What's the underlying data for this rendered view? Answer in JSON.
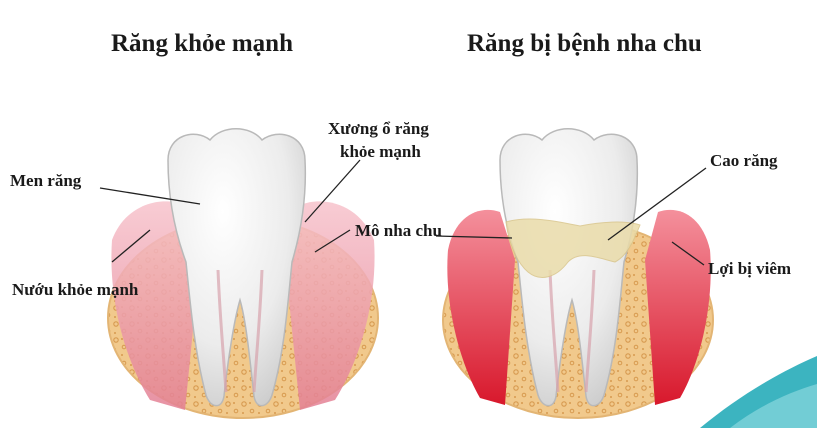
{
  "titles": {
    "healthy": "Răng khỏe mạnh",
    "diseased": "Răng bị bệnh nha chu"
  },
  "labels": {
    "enamel": "Men răng",
    "bone_line1": "Xương ổ răng",
    "bone_line2": "khỏe mạnh",
    "periodontal": "Mô nha chu",
    "gum": "Nướu khỏe mạnh",
    "tartar": "Cao răng",
    "inflamed_gum": "Lợi bị viêm"
  },
  "colors": {
    "bone": "#f1c98c",
    "bone_dots": "#d79a4f",
    "gum_healthy": "#e78fa0",
    "gum_inflamed": "#e0283c",
    "tooth": "#f2f2f2",
    "tartar": "#eadcaa",
    "accent_wave": "#1aa7b5"
  }
}
